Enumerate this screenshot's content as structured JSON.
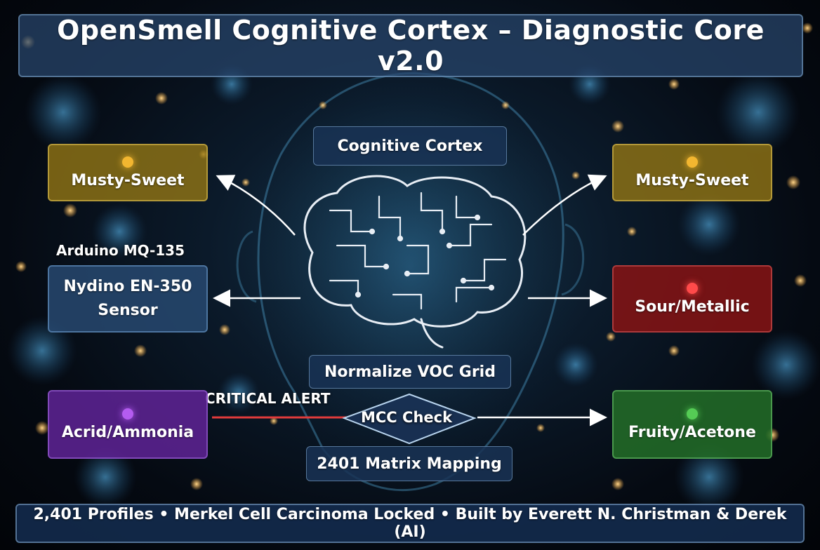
{
  "title": "OpenSmell Cognitive Cortex – Diagnostic Core v2.0",
  "center": {
    "cortex_label": "Cognitive Cortex",
    "normalize_label": "Normalize VOC Grid",
    "check_label": "MCC Check",
    "matrix_label": "2401 Matrix Mapping"
  },
  "sensor": {
    "caption": "Arduino MQ-135",
    "line1": "Nydino EN-350",
    "line2": "Sensor"
  },
  "alert_label": "CRITICAL ALERT",
  "nodes": {
    "top_left": {
      "label": "Musty-Sweet",
      "dot_color": "#f2b630"
    },
    "top_right": {
      "label": "Musty-Sweet",
      "dot_color": "#f2b630"
    },
    "mid_right": {
      "label": "Sour/Metallic",
      "dot_color": "#ff4a4a"
    },
    "bottom_left": {
      "label": "Acrid/Ammonia",
      "dot_color": "#b45cf0"
    },
    "bottom_right": {
      "label": "Fruity/Acetone",
      "dot_color": "#55cc55"
    }
  },
  "colors": {
    "alert_line": "#e23b3b"
  },
  "footer": "2,401 Profiles • Merkel Cell Carcinoma Locked • Built by Everett N. Christman & Derek (AI)"
}
